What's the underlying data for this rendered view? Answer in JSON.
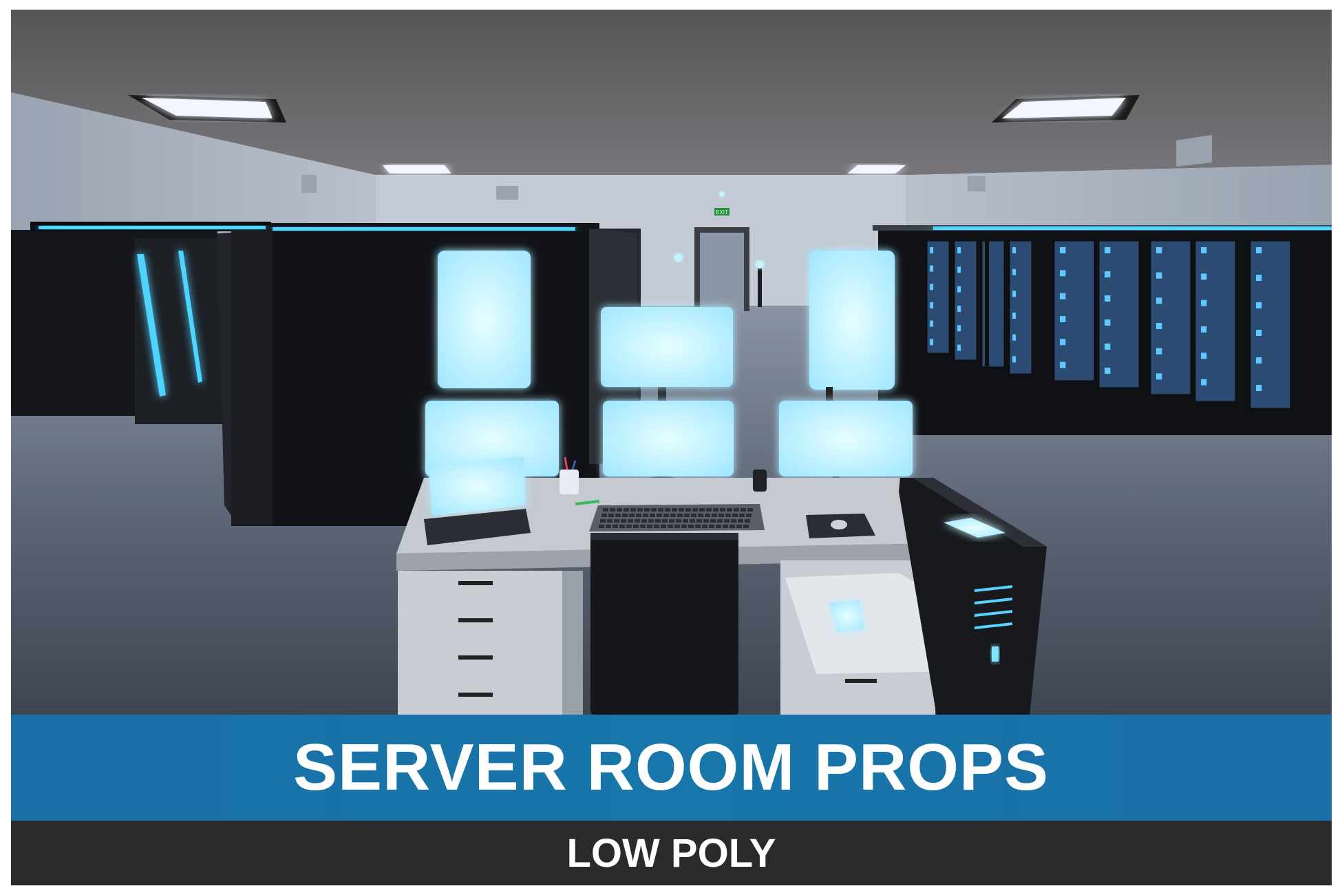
{
  "banner": {
    "title": "SERVER ROOM PROPS",
    "subtitle": "LOW POLY"
  },
  "scene": {
    "exit_sign": "EXIT",
    "colors": {
      "ceiling": "#5e5c5d",
      "wall": "#bfc6d2",
      "floor": "#5f6878",
      "glow": "#bff5ff",
      "accent": "#2bb8ff",
      "rack_blue": "#2e4f78"
    }
  }
}
